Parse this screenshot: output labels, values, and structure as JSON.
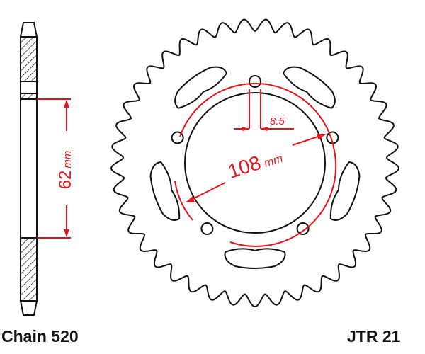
{
  "labels": {
    "chain": "Chain 520",
    "part": "JTR 21"
  },
  "dimensions": {
    "width_mm": "62",
    "width_unit": "mm",
    "bolt_circle": "108",
    "bolt_unit": "mm",
    "hole": "8.5"
  },
  "sprocket": {
    "teeth": 41,
    "bolt_holes": 5,
    "lightening_holes": 5
  },
  "colors": {
    "line": "#111111",
    "dimension": "#e8141b"
  }
}
